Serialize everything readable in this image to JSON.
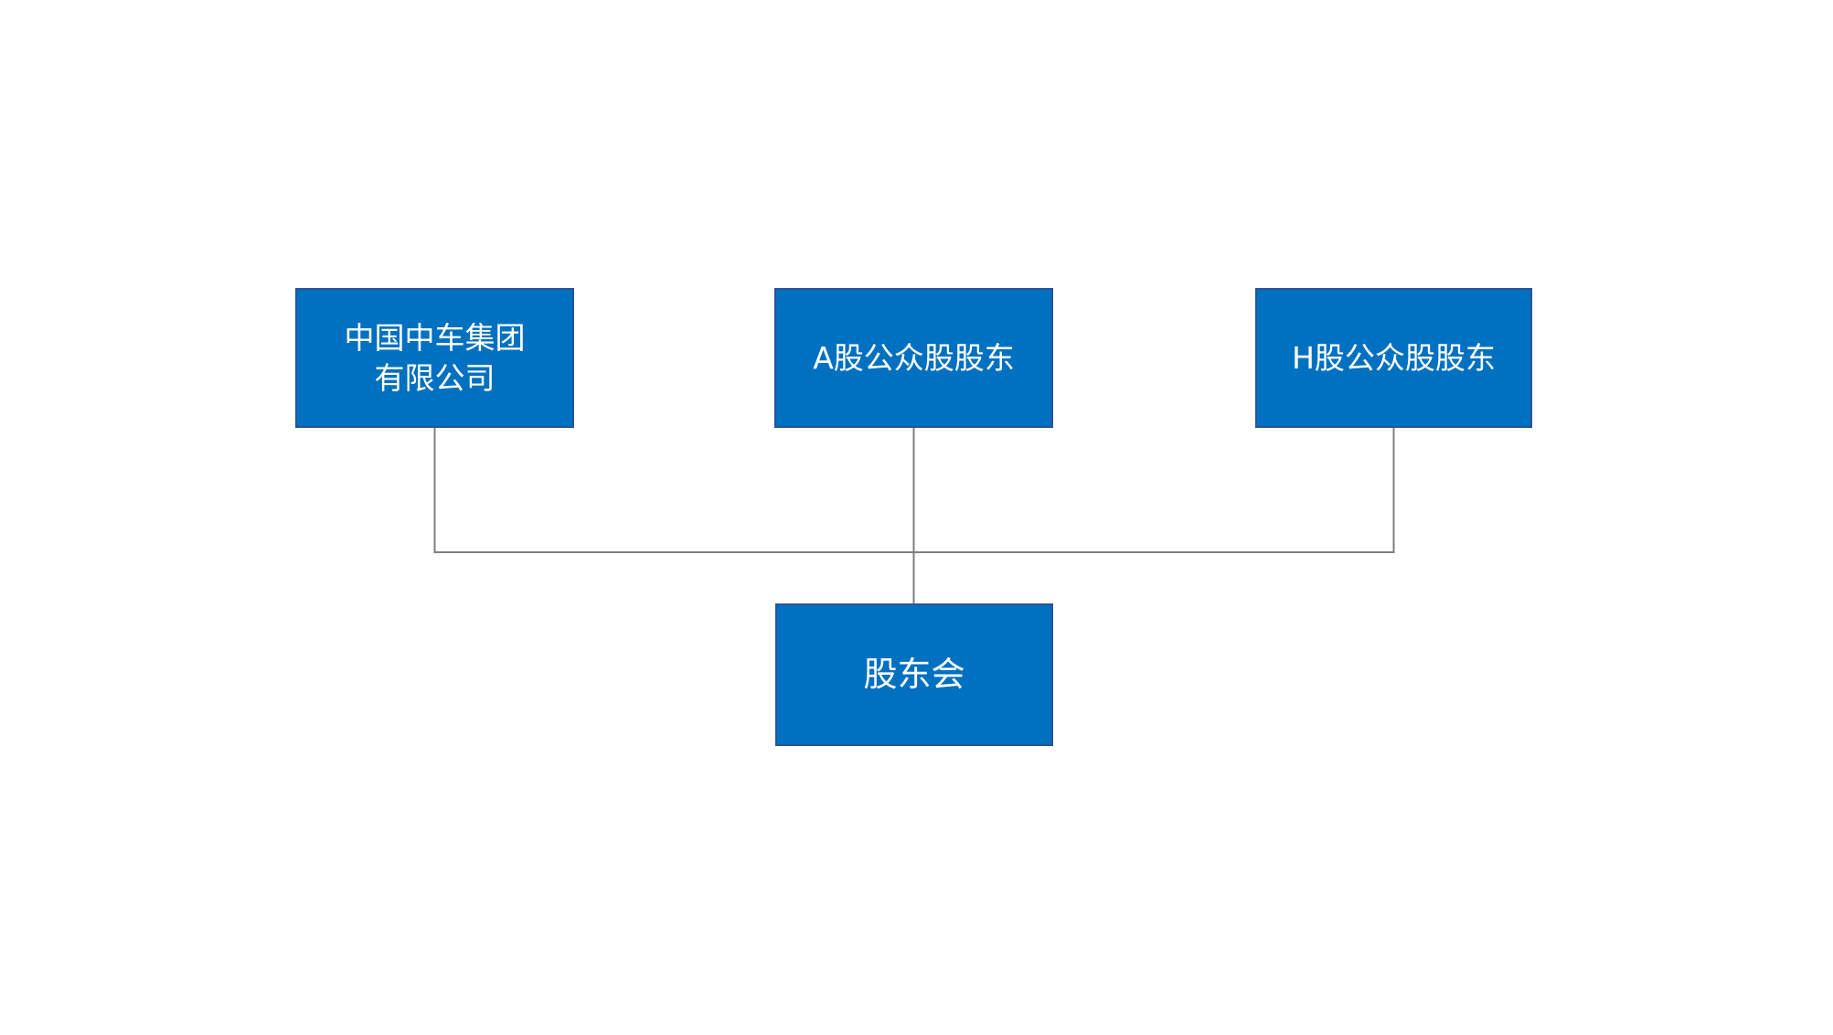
{
  "diagram": {
    "type": "org-chart",
    "description": "Shareholding structure: three shareholder groups connected down to the shareholders meeting"
  },
  "colors": {
    "background": "#ffffff",
    "node_fill": "#0070c0",
    "node_border": "#2a529c",
    "node_text": "#ffffff",
    "connector": "#7f7f7f"
  },
  "nodes": {
    "crrc_group": {
      "label": "中国中车集团\n有限公司"
    },
    "a_share": {
      "label": "A股公众股股东"
    },
    "h_share": {
      "label": "H股公众股股东"
    },
    "shareholders_meeting": {
      "label": "股东会"
    }
  }
}
